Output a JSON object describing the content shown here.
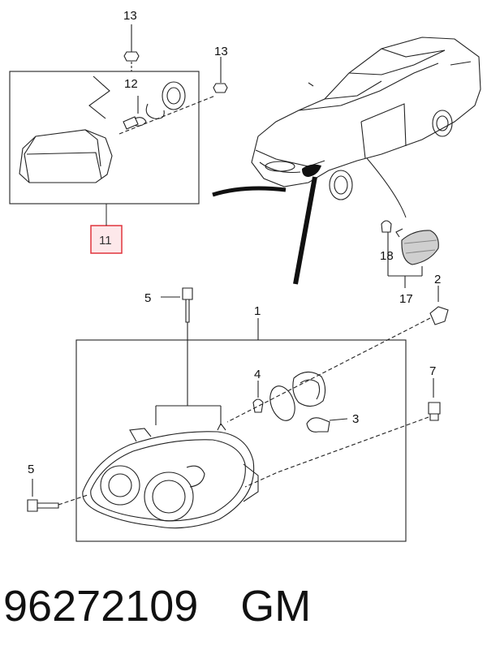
{
  "callouts": {
    "c13a": "13",
    "c13b": "13",
    "c12": "12",
    "c11": "11",
    "c18": "18",
    "c17": "17",
    "c5a": "5",
    "c1": "1",
    "c2": "2",
    "c4": "4",
    "c3": "3",
    "c7": "7",
    "c5b": "5"
  },
  "colors": {
    "highlight_border": "#e0353d",
    "highlight_fill": "#fde8ea",
    "line": "#222222"
  },
  "caption": {
    "part_number": "96272109",
    "brand": "GM"
  }
}
